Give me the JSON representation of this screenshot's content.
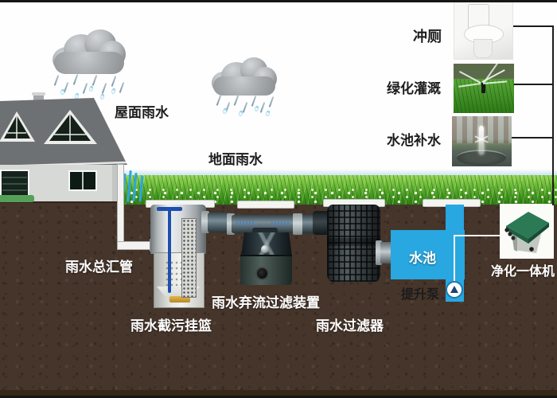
{
  "diagram": {
    "type": "rainwater-harvesting-system",
    "sky_labels": {
      "roof_rain": "屋面雨水",
      "ground_rain": "地面雨水"
    },
    "underground_labels": {
      "main_pipe": "雨水总汇管",
      "trash_basket": "雨水截污挂篮",
      "first_flush_filter": "雨水弃流过滤装置",
      "rain_filter": "雨水过滤器",
      "pool": "水池",
      "lift_pump": "提升泵",
      "purifier": "净化一体机"
    },
    "uses": {
      "toilet_flush": "冲厕",
      "irrigation": "绿化灌溉",
      "pool_refill": "水池补水"
    },
    "colors": {
      "pool_blue": "#28a7e0",
      "soil_brown": "#46352a",
      "grass_green": "#4c9a2a",
      "purifier_green": "#2b7a55",
      "connector_line": "#1c1c1c",
      "label_white": "#ffffff",
      "label_black": "#1c1c1c"
    }
  }
}
